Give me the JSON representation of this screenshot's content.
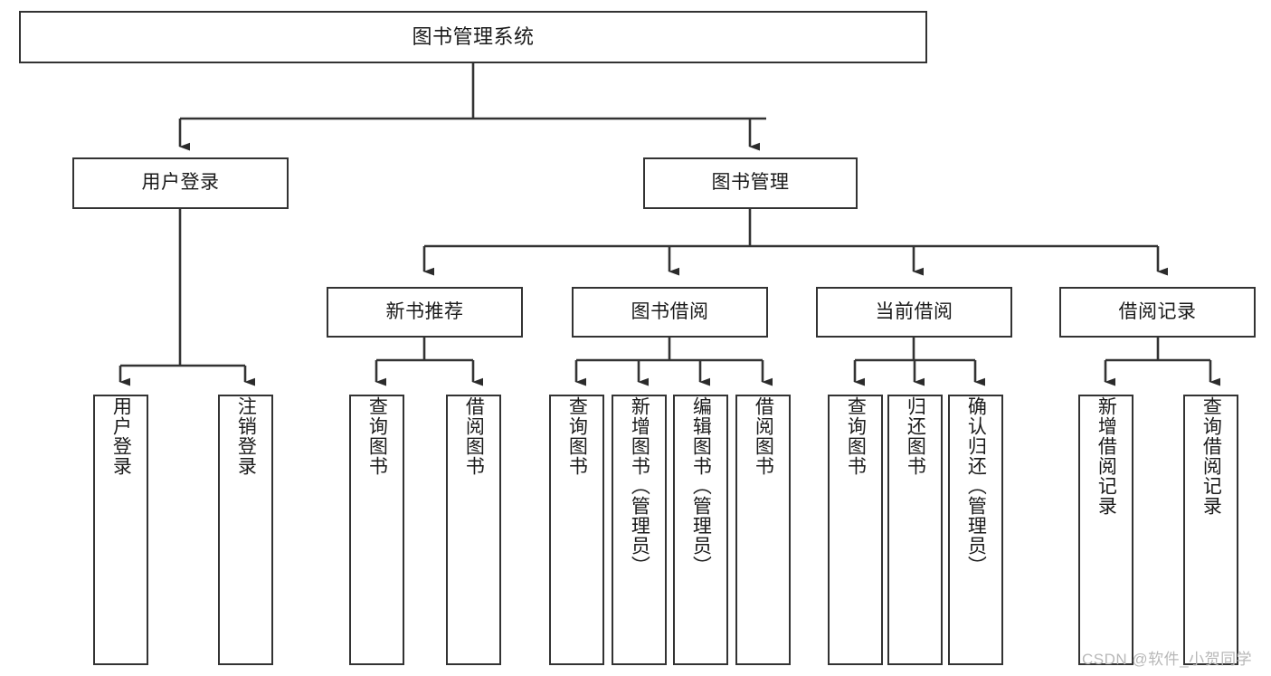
{
  "diagram": {
    "type": "tree",
    "title": "图书管理系统",
    "root": {
      "label": "图书管理系统"
    },
    "level1": [
      {
        "label": "用户登录"
      },
      {
        "label": "图书管理"
      }
    ],
    "level2": [
      {
        "label": "新书推荐"
      },
      {
        "label": "图书借阅"
      },
      {
        "label": "当前借阅"
      },
      {
        "label": "借阅记录"
      }
    ],
    "leaves": {
      "user_login": [
        {
          "label": "用户登录"
        },
        {
          "label": "注销登录"
        }
      ],
      "new_book_recommend": [
        {
          "label": "查询图书"
        },
        {
          "label": "借阅图书"
        }
      ],
      "book_borrow": [
        {
          "label": "查询图书"
        },
        {
          "label": "新增图书（管理员）"
        },
        {
          "label": "编辑图书（管理员）"
        },
        {
          "label": "借阅图书"
        }
      ],
      "current_borrow": [
        {
          "label": "查询图书"
        },
        {
          "label": "归还图书"
        },
        {
          "label": "确认归还（管理员）"
        }
      ],
      "borrow_record": [
        {
          "label": "新增借阅记录"
        },
        {
          "label": "查询借阅记录"
        }
      ]
    }
  },
  "watermark": {
    "text": "CSDN @软件_小贺同学"
  },
  "colors": {
    "box_border": "#333333",
    "box_fill": "#ffffff",
    "connector": "#333333",
    "text": "#1a1a1a",
    "watermark": "#b8b8b8"
  }
}
